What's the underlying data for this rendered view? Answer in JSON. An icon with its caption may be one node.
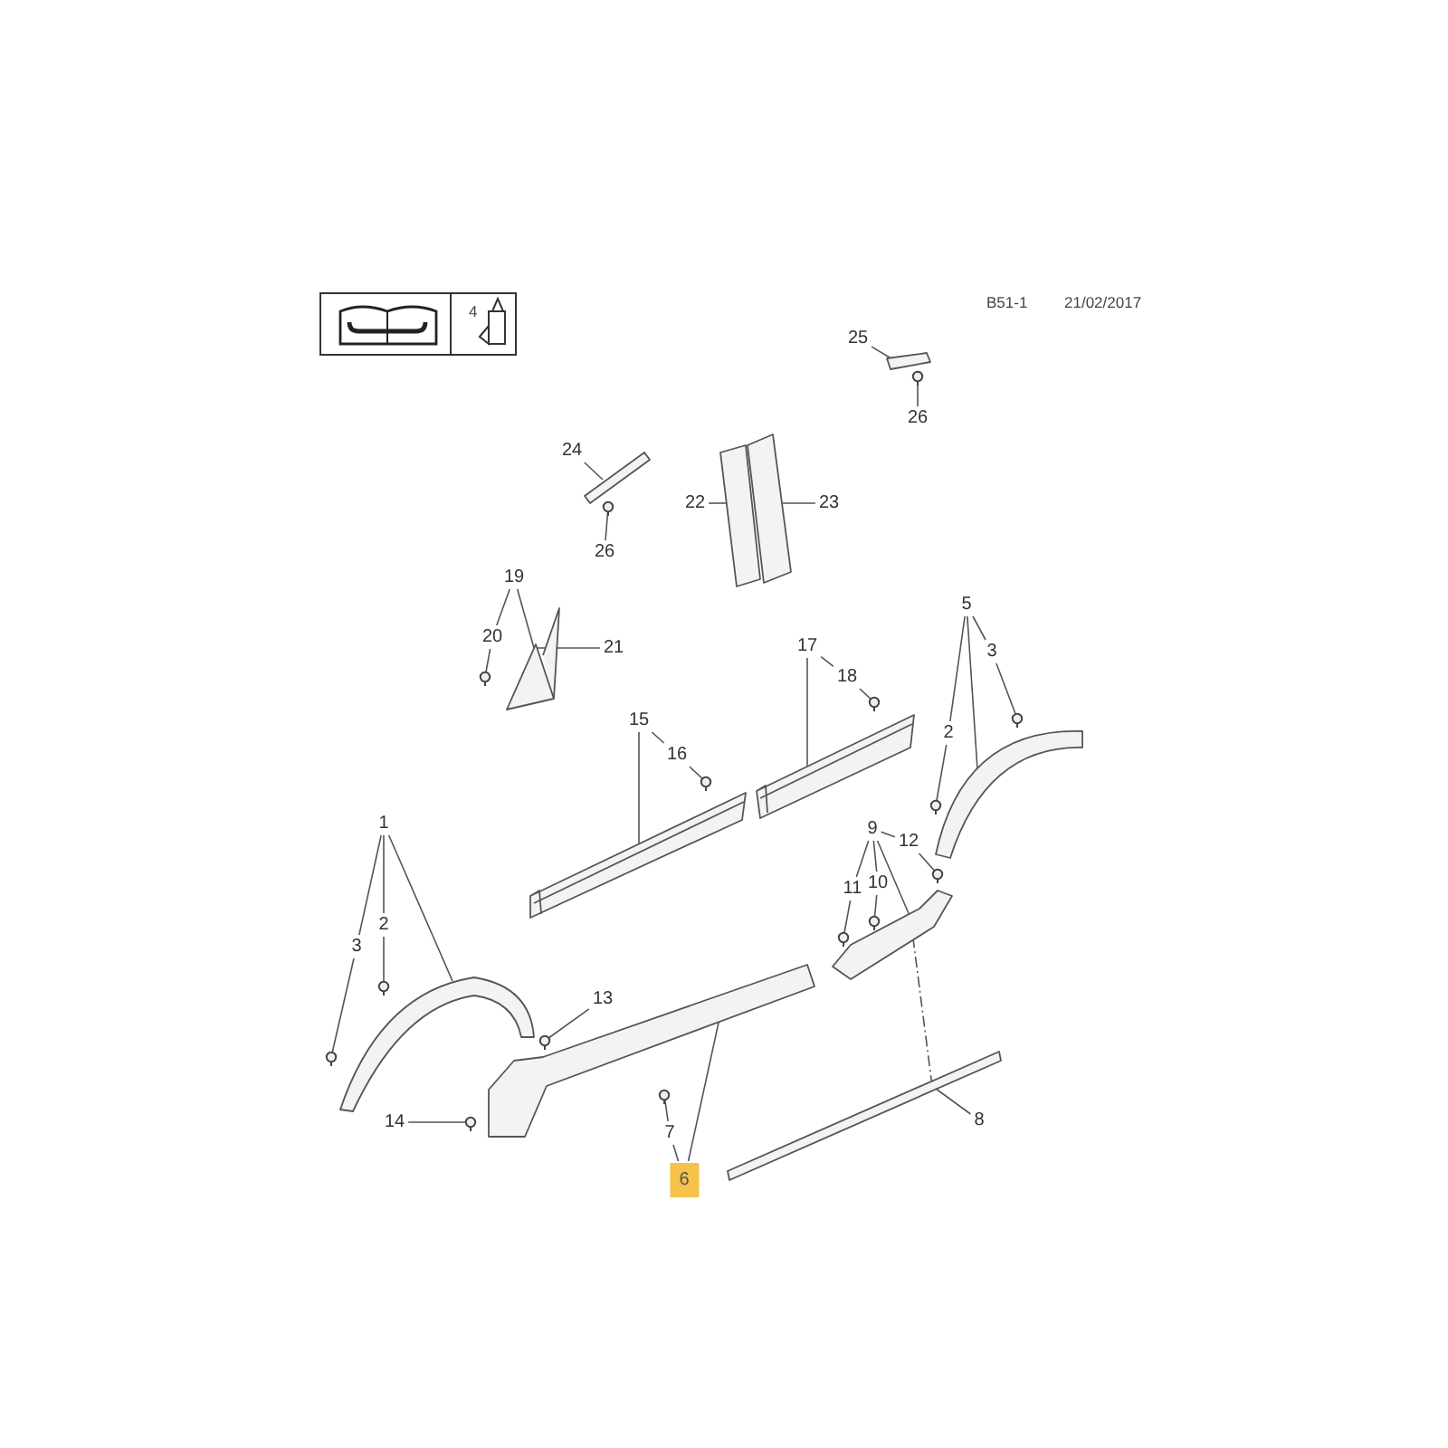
{
  "diagram": {
    "nodes": [
      {
        "text": [
          "25"
        ]
      },
      {
        "text": [],
        "shape": "picture"
      },
      {
        "text": [
          "26"
        ]
      },
      {
        "text": [],
        "shape": "picture"
      },
      {
        "text": [
          "24"
        ]
      },
      {
        "text": [],
        "shape": "picture"
      },
      {
        "text": [
          "22"
        ]
      },
      {
        "text": [],
        "shape": "picture"
      },
      {
        "text": [
          "23"
        ]
      },
      {
        "text": [],
        "shape": "picture"
      },
      {
        "text": [],
        "shape": "picture"
      },
      {
        "text": [
          "26"
        ]
      },
      {
        "text": [
          "19"
        ]
      },
      {
        "text": [
          "20"
        ]
      },
      {
        "text": [],
        "shape": "picture"
      },
      {
        "text": [],
        "shape": "picture"
      },
      {
        "text": [
          "21"
        ]
      },
      {
        "text": [
          "5"
        ]
      },
      {
        "text": [
          "17"
        ]
      },
      {
        "text": [
          "18"
        ]
      },
      {
        "text": [],
        "shape": "picture"
      },
      {
        "text": [
          "3"
        ]
      },
      {
        "text": [],
        "shape": "picture"
      },
      {
        "text": [
          "15"
        ]
      },
      {
        "text": [
          "2"
        ]
      },
      {
        "text": [],
        "shape": "picture"
      },
      {
        "text": [],
        "shape": "picture"
      },
      {
        "text": [
          "16"
        ]
      },
      {
        "text": [],
        "shape": "picture"
      },
      {
        "text": [],
        "shape": "picture"
      },
      {
        "text": [],
        "shape": "picture"
      },
      {
        "text": [
          "1"
        ]
      },
      {
        "text": [
          "9"
        ]
      },
      {
        "text": [
          "12"
        ]
      },
      {
        "text": [
          "11"
        ]
      },
      {
        "text": [
          "10"
        ]
      },
      {
        "text": [
          "2"
        ]
      },
      {
        "text": [
          "3"
        ]
      },
      {
        "text": [],
        "shape": "picture"
      },
      {
        "text": [],
        "shape": "picture"
      },
      {
        "text": [],
        "shape": "picture"
      },
      {
        "text": [],
        "shape": "picture"
      },
      {
        "text": [],
        "shape": "picture"
      },
      {
        "text": [
          "13"
        ]
      },
      {
        "text": [],
        "shape": "picture"
      },
      {
        "text": [],
        "shape": "picture"
      },
      {
        "text": [],
        "shape": "picture"
      },
      {
        "text": [],
        "shape": "picture"
      },
      {
        "text": [],
        "shape": "picture"
      },
      {
        "text": [
          "14"
        ]
      },
      {
        "text": [],
        "shape": "picture"
      },
      {
        "text": [],
        "shape": "picture"
      },
      {
        "text": [
          "7"
        ]
      },
      {
        "text": [
          "8"
        ]
      },
      {
        "text": [
          "6"
        ]
      }
    ],
    "edges": [
      {
        "from": 0,
        "to": 1,
        "arrow": "none"
      },
      {
        "from": 2,
        "to": 3,
        "arrow": "none"
      },
      {
        "from": 4,
        "to": 5,
        "arrow": "none"
      },
      {
        "from": 6,
        "to": 7,
        "arrow": "none"
      },
      {
        "from": 8,
        "to": 9,
        "arrow": "none"
      },
      {
        "from": 11,
        "to": 10,
        "arrow": "none"
      },
      {
        "from": 12,
        "to": 13,
        "arrow": "none"
      },
      {
        "from": 13,
        "to": 14,
        "arrow": "none"
      },
      {
        "from": 12,
        "to": 15,
        "arrow": "none"
      },
      {
        "from": 16,
        "to": 15,
        "arrow": "none"
      },
      {
        "from": 17,
        "to": 21,
        "arrow": "none"
      },
      {
        "from": 17,
        "to": 24,
        "arrow": "none"
      },
      {
        "from": 17,
        "to": 29,
        "arrow": "none"
      },
      {
        "from": 21,
        "to": 22,
        "arrow": "none"
      },
      {
        "from": 24,
        "to": 25,
        "arrow": "none"
      },
      {
        "from": 18,
        "to": 26,
        "arrow": "none"
      },
      {
        "from": 18,
        "to": 19,
        "arrow": "none"
      },
      {
        "from": 19,
        "to": 20,
        "arrow": "none"
      },
      {
        "from": 23,
        "to": 30,
        "arrow": "none"
      },
      {
        "from": 23,
        "to": 27,
        "arrow": "none"
      },
      {
        "from": 27,
        "to": 28,
        "arrow": "none"
      },
      {
        "from": 31,
        "to": 44,
        "arrow": "none"
      },
      {
        "from": 31,
        "to": 36,
        "arrow": "none"
      },
      {
        "from": 31,
        "to": 37,
        "arrow": "none"
      },
      {
        "from": 36,
        "to": 42,
        "arrow": "none"
      },
      {
        "from": 37,
        "to": 45,
        "arrow": "none"
      },
      {
        "from": 32,
        "to": 34,
        "arrow": "none"
      },
      {
        "from": 32,
        "to": 35,
        "arrow": "none"
      },
      {
        "from": 32,
        "to": 41,
        "arrow": "none"
      },
      {
        "from": 32,
        "to": 33,
        "arrow": "none"
      },
      {
        "from": 33,
        "to": 40,
        "arrow": "none"
      },
      {
        "from": 34,
        "to": 39,
        "arrow": "none"
      },
      {
        "from": 35,
        "to": 38,
        "arrow": "none"
      },
      {
        "from": 43,
        "to": 47,
        "arrow": "none"
      },
      {
        "from": 49,
        "to": 50,
        "arrow": "none"
      },
      {
        "from": 52,
        "to": 48,
        "arrow": "none"
      },
      {
        "from": 54,
        "to": 52,
        "arrow": "none"
      },
      {
        "from": 54,
        "to": 46,
        "arrow": "none"
      },
      {
        "from": 53,
        "to": 51,
        "arrow": "none"
      },
      {
        "from": 51,
        "to": 41,
        "arrow": "none",
        "style": "dashed"
      }
    ],
    "labels": [
      "4",
      "B51-1",
      "21/02/2017"
    ]
  }
}
